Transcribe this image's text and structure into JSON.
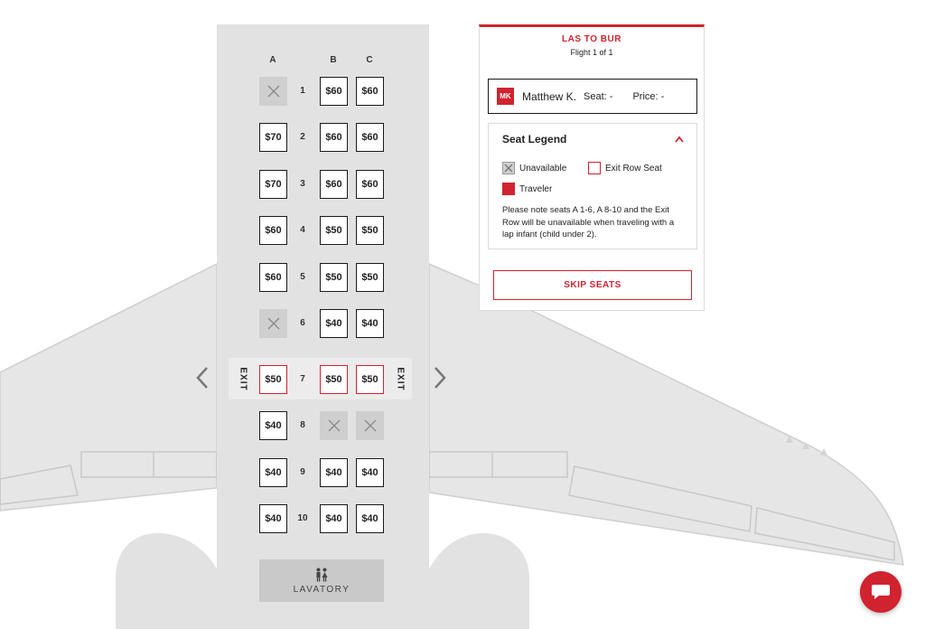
{
  "colors": {
    "accent": "#d0232f",
    "fuselage": "#e2e2e2",
    "unavailable": "#cfcfcf"
  },
  "seatmap": {
    "columns": [
      "A",
      "B",
      "C"
    ],
    "rows": [
      {
        "num": "1",
        "exit": false,
        "seats": [
          {
            "status": "unavailable",
            "price": ""
          },
          {
            "status": "available",
            "price": "$60"
          },
          {
            "status": "available",
            "price": "$60"
          }
        ]
      },
      {
        "num": "2",
        "exit": false,
        "seats": [
          {
            "status": "available",
            "price": "$70"
          },
          {
            "status": "available",
            "price": "$60"
          },
          {
            "status": "available",
            "price": "$60"
          }
        ]
      },
      {
        "num": "3",
        "exit": false,
        "seats": [
          {
            "status": "available",
            "price": "$70"
          },
          {
            "status": "available",
            "price": "$60"
          },
          {
            "status": "available",
            "price": "$60"
          }
        ]
      },
      {
        "num": "4",
        "exit": false,
        "seats": [
          {
            "status": "available",
            "price": "$60"
          },
          {
            "status": "available",
            "price": "$50"
          },
          {
            "status": "available",
            "price": "$50"
          }
        ]
      },
      {
        "num": "5",
        "exit": false,
        "seats": [
          {
            "status": "available",
            "price": "$60"
          },
          {
            "status": "available",
            "price": "$50"
          },
          {
            "status": "available",
            "price": "$50"
          }
        ]
      },
      {
        "num": "6",
        "exit": false,
        "seats": [
          {
            "status": "unavailable",
            "price": ""
          },
          {
            "status": "available",
            "price": "$40"
          },
          {
            "status": "available",
            "price": "$40"
          }
        ]
      },
      {
        "num": "7",
        "exit": true,
        "seats": [
          {
            "status": "exit",
            "price": "$50"
          },
          {
            "status": "exit",
            "price": "$50"
          },
          {
            "status": "exit",
            "price": "$50"
          }
        ]
      },
      {
        "num": "8",
        "exit": false,
        "seats": [
          {
            "status": "available",
            "price": "$40"
          },
          {
            "status": "unavailable",
            "price": ""
          },
          {
            "status": "unavailable",
            "price": ""
          }
        ]
      },
      {
        "num": "9",
        "exit": false,
        "seats": [
          {
            "status": "available",
            "price": "$40"
          },
          {
            "status": "available",
            "price": "$40"
          },
          {
            "status": "available",
            "price": "$40"
          }
        ]
      },
      {
        "num": "10",
        "exit": false,
        "seats": [
          {
            "status": "available",
            "price": "$40"
          },
          {
            "status": "available",
            "price": "$40"
          },
          {
            "status": "available",
            "price": "$40"
          }
        ]
      }
    ],
    "exit_label": "EXIT",
    "lavatory_label": "LAVATORY",
    "prev_icon": "chevron-left-icon",
    "next_icon": "chevron-right-icon"
  },
  "panel": {
    "route": "LAS TO BUR",
    "flight": "Flight 1 of 1",
    "traveler": {
      "initials": "MK",
      "name": "Matthew K.",
      "seat": "Seat: -",
      "price": "Price: -"
    },
    "legend": {
      "title": "Seat Legend",
      "unavailable": "Unavailable",
      "exit_row": "Exit Row Seat",
      "traveler": "Traveler",
      "note": "Please note seats A 1-6, A 8-10 and the Exit Row will be unavailable when traveling with a lap infant (child under 2)."
    },
    "skip_label": "SKIP SEATS"
  },
  "chat": {
    "icon": "chat-bubble-icon"
  }
}
